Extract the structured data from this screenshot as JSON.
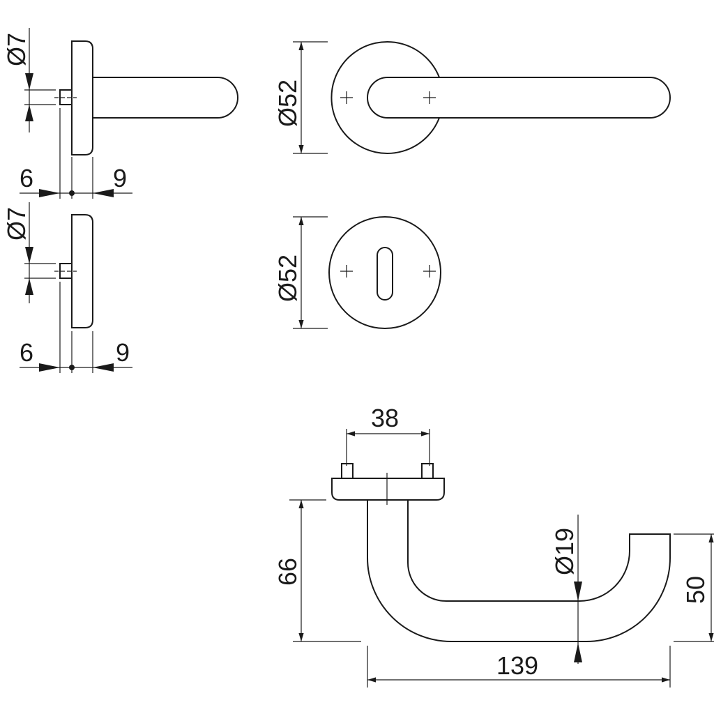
{
  "dimensions": {
    "rose_side": {
      "pin_diameter": "Ø7",
      "left_offset": "6",
      "right_offset": "9"
    },
    "escutcheon_side": {
      "pin_diameter": "Ø7",
      "left_offset": "6",
      "right_offset": "9"
    },
    "rose_front": {
      "diameter": "Ø52"
    },
    "escutcheon_front": {
      "diameter": "Ø52"
    },
    "lever_top": {
      "pin_spacing": "38",
      "height": "66",
      "grip_diameter": "Ø19",
      "return_height": "50",
      "length": "139"
    }
  }
}
